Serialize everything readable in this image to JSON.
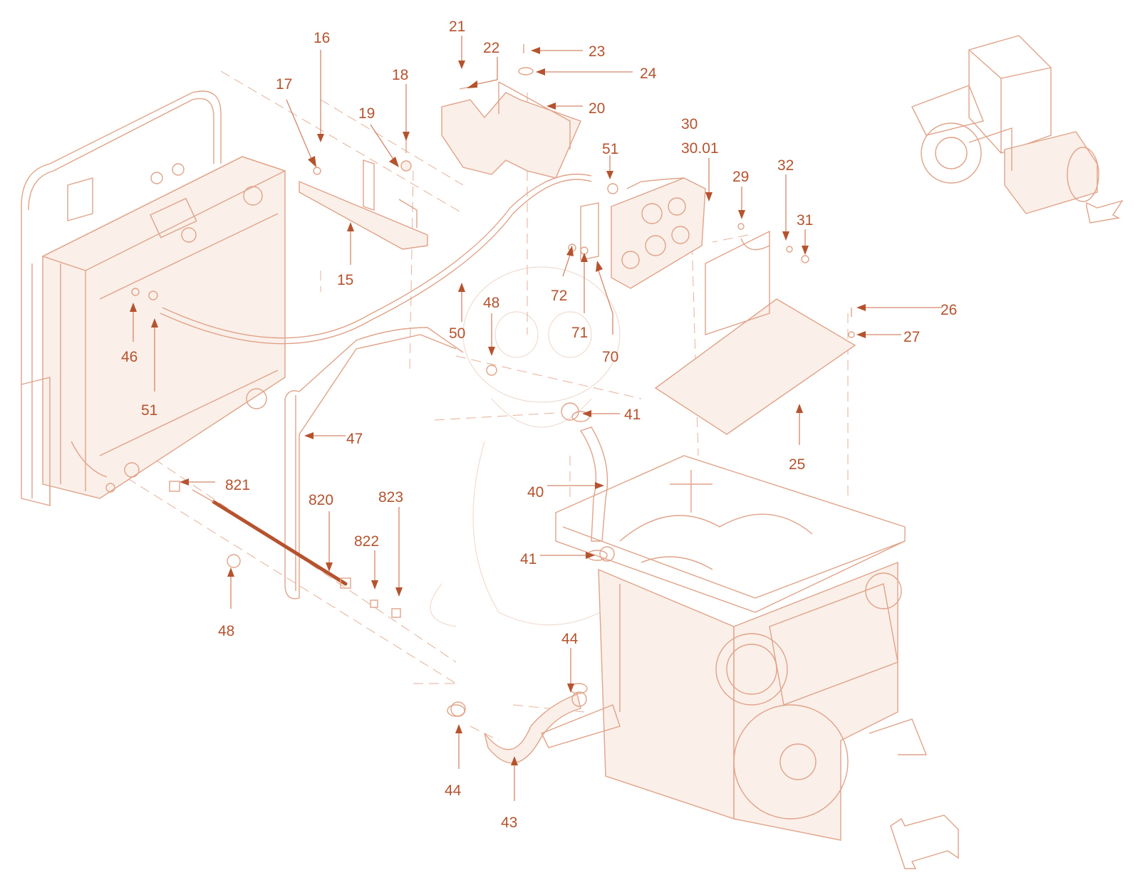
{
  "diagram": {
    "callouts": [
      {
        "id": "c16",
        "label": "16"
      },
      {
        "id": "c17",
        "label": "17"
      },
      {
        "id": "c18",
        "label": "18"
      },
      {
        "id": "c19",
        "label": "19"
      },
      {
        "id": "c15",
        "label": "15"
      },
      {
        "id": "c21",
        "label": "21"
      },
      {
        "id": "c22",
        "label": "22"
      },
      {
        "id": "c23",
        "label": "23"
      },
      {
        "id": "c24",
        "label": "24"
      },
      {
        "id": "c20",
        "label": "20"
      },
      {
        "id": "c30",
        "label": "30"
      },
      {
        "id": "c3001",
        "label": "30.01"
      },
      {
        "id": "c51a",
        "label": "51"
      },
      {
        "id": "c29",
        "label": "29"
      },
      {
        "id": "c32",
        "label": "32"
      },
      {
        "id": "c31",
        "label": "31"
      },
      {
        "id": "c72",
        "label": "72"
      },
      {
        "id": "c71",
        "label": "71"
      },
      {
        "id": "c70",
        "label": "70"
      },
      {
        "id": "c26",
        "label": "26"
      },
      {
        "id": "c27",
        "label": "27"
      },
      {
        "id": "c48a",
        "label": "48"
      },
      {
        "id": "c50",
        "label": "50"
      },
      {
        "id": "c46",
        "label": "46"
      },
      {
        "id": "c51b",
        "label": "51"
      },
      {
        "id": "c41a",
        "label": "41"
      },
      {
        "id": "c25",
        "label": "25"
      },
      {
        "id": "c47",
        "label": "47"
      },
      {
        "id": "c821",
        "label": "821"
      },
      {
        "id": "c820",
        "label": "820"
      },
      {
        "id": "c823",
        "label": "823"
      },
      {
        "id": "c822",
        "label": "822"
      },
      {
        "id": "c40",
        "label": "40"
      },
      {
        "id": "c41b",
        "label": "41"
      },
      {
        "id": "c48b",
        "label": "48"
      },
      {
        "id": "c44a",
        "label": "44"
      },
      {
        "id": "c44b",
        "label": "44"
      },
      {
        "id": "c43",
        "label": "43"
      }
    ],
    "colors": {
      "accent": "#b5532f",
      "line": "#e0a389",
      "leader": "#d5866a",
      "background": "#ffffff"
    },
    "icons": [
      "direction-arrow-icon",
      "direction-arrow-icon"
    ]
  }
}
